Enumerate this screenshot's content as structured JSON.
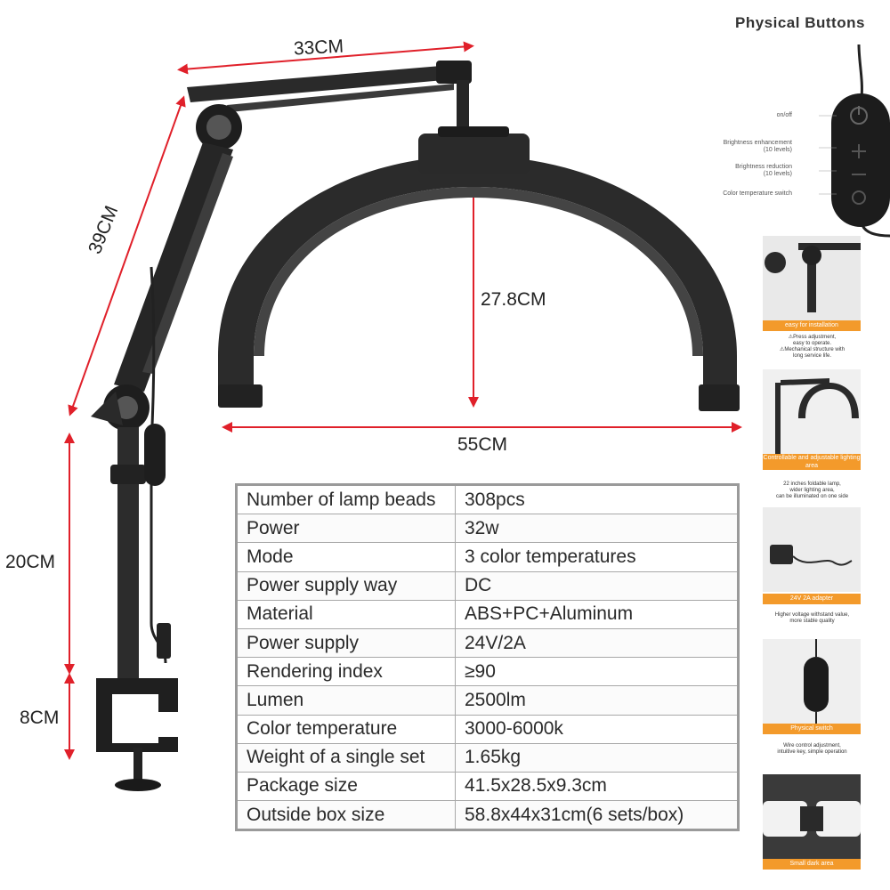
{
  "dimensions": {
    "arm_top": "33CM",
    "arm_upper": "39CM",
    "lamp_height": "27.8CM",
    "lamp_width": "55CM",
    "pole": "20CM",
    "clamp": "8CM"
  },
  "specs": [
    {
      "label": "Number of lamp beads",
      "value": "308pcs"
    },
    {
      "label": "Power",
      "value": "32w"
    },
    {
      "label": "Mode",
      "value": "3 color temperatures"
    },
    {
      "label": "Power supply way",
      "value": "DC"
    },
    {
      "label": "Material",
      "value": "ABS+PC+Aluminum"
    },
    {
      "label": "Power supply",
      "value": "24V/2A"
    },
    {
      "label": "Rendering index",
      "value": "≥90"
    },
    {
      "label": "Lumen",
      "value": "2500lm"
    },
    {
      "label": "Color temperature",
      "value": "3000-6000k"
    },
    {
      "label": "Weight of a single set",
      "value": "1.65kg"
    },
    {
      "label": "Package size",
      "value": "41.5x28.5x9.3cm"
    },
    {
      "label": "Outside box size",
      "value": "58.8x44x31cm(6 sets/box)"
    }
  ],
  "physical_buttons": {
    "title": "Physical Buttons",
    "labels": {
      "onoff": "on/off",
      "bright_up_1": "Brightness enhancement",
      "bright_up_2": "(10 levels)",
      "bright_down_1": "Brightness reduction",
      "bright_down_2": "(10 levels)",
      "color_temp": "Color temperature switch"
    }
  },
  "features": [
    {
      "bar": "easy for installation",
      "caption_1": "⚠Press adjustment,",
      "caption_2": "easy to operate.",
      "caption_3": "⚠Mechanical structure with",
      "caption_4": "long service life."
    },
    {
      "bar": "Controllable and adjustable lighting area",
      "caption_1": "22 inches foldable lamp,",
      "caption_2": "wider lighting area,",
      "caption_3": "can be illuminated on one side",
      "caption_4": ""
    },
    {
      "bar": "24V 2A adapter",
      "caption_1": "Higher voltage withstand value,",
      "caption_2": "more stable quality",
      "caption_3": "",
      "caption_4": ""
    },
    {
      "bar": "Physical switch",
      "caption_1": "Wire control adjustment,",
      "caption_2": "intuitive key, simple operation",
      "caption_3": "",
      "caption_4": ""
    },
    {
      "bar": "Small dark area",
      "caption_1": "",
      "caption_2": "",
      "caption_3": "",
      "caption_4": ""
    }
  ],
  "colors": {
    "accent": "#f39a2b",
    "dimension_arrow": "#e0202a",
    "lamp": "#2b2b2b"
  }
}
